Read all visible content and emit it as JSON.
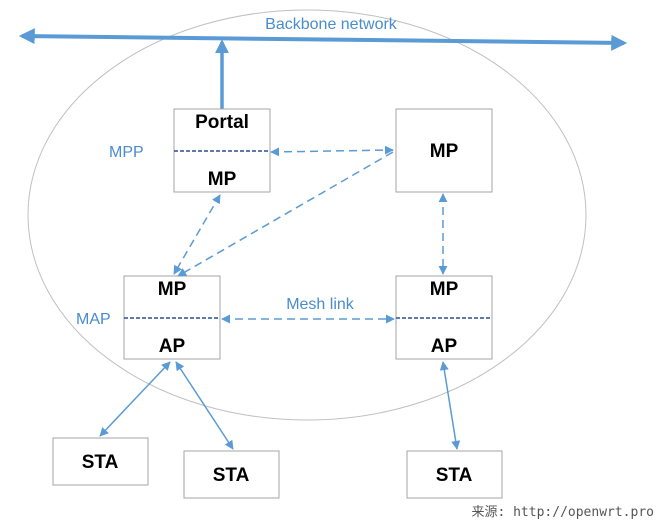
{
  "labels": {
    "backbone": "Backbone network",
    "mpp": "MPP",
    "map": "MAP",
    "mesh_link": "Mesh link"
  },
  "nodes": {
    "portal": {
      "top": "Portal",
      "bottom": "MP"
    },
    "mp_right": "MP",
    "map_left": {
      "top": "MP",
      "bottom": "AP"
    },
    "map_right": {
      "top": "MP",
      "bottom": "AP"
    },
    "sta_1": "STA",
    "sta_2": "STA",
    "sta_3": "STA"
  },
  "source_note": "来源: http://openwrt.pro",
  "colors": {
    "link_blue": "#5b9bd5",
    "label_blue": "#4a8ccc",
    "divider_navy": "#2f4f8f",
    "box_border": "#a6a6a6",
    "ellipse": "#c0c0c0"
  }
}
